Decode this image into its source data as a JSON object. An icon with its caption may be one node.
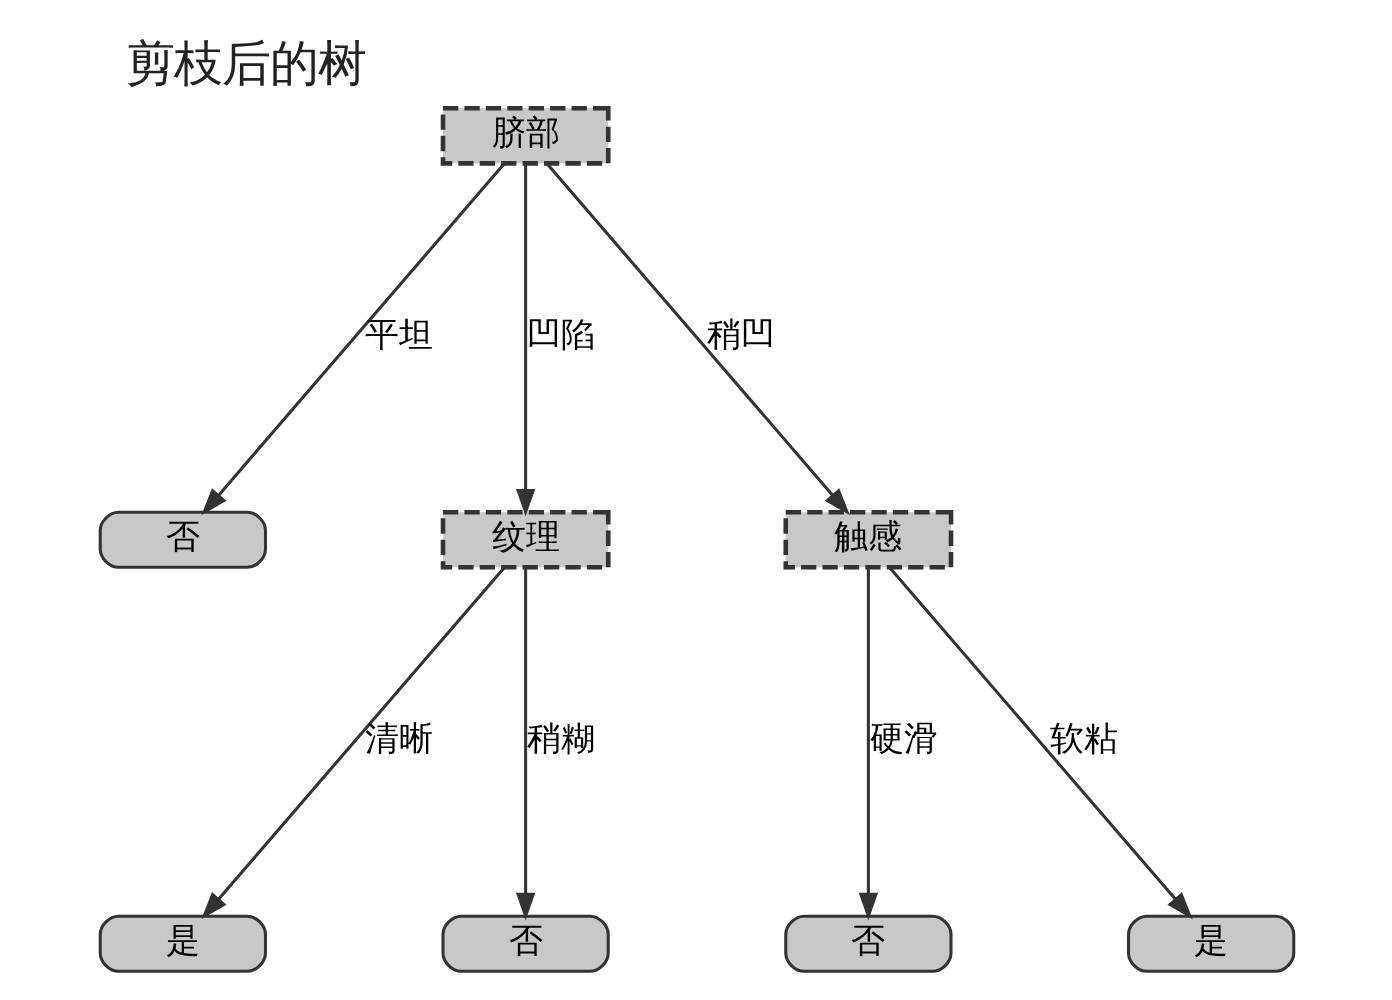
{
  "diagram": {
    "title": "剪枝后的树",
    "nodes": [
      {
        "text": [
          "脐部"
        ]
      },
      {
        "text": [
          "否"
        ]
      },
      {
        "text": [
          "纹理"
        ]
      },
      {
        "text": [
          "触感"
        ]
      },
      {
        "text": [
          "是"
        ]
      },
      {
        "text": [
          "否"
        ]
      },
      {
        "text": [
          "否"
        ]
      },
      {
        "text": [
          "是"
        ]
      }
    ],
    "edges": [
      {
        "from": 0,
        "to": 1,
        "arrow": "to",
        "label": "平坦"
      },
      {
        "from": 0,
        "to": 2,
        "arrow": "to",
        "label": "凹陷"
      },
      {
        "from": 0,
        "to": 3,
        "arrow": "to",
        "label": "稍凹"
      },
      {
        "from": 2,
        "to": 4,
        "arrow": "to",
        "label": "清晰"
      },
      {
        "from": 2,
        "to": 5,
        "arrow": "to",
        "label": "稍糊"
      },
      {
        "from": 3,
        "to": 6,
        "arrow": "to",
        "label": "硬滑"
      },
      {
        "from": 3,
        "to": 7,
        "arrow": "to",
        "label": "软粘"
      }
    ]
  }
}
